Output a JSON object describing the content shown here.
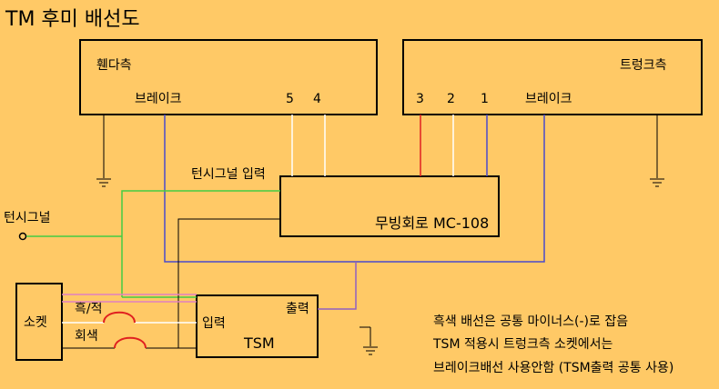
{
  "title": "TM 후미 배선도",
  "wheel_side": {
    "label": "휀다측",
    "brake_label": "브레이크",
    "pin5": "5",
    "pin4": "4"
  },
  "truck_side": {
    "label": "트렁크측",
    "pin3": "3",
    "pin2": "2",
    "pin1": "1",
    "brake_label": "브레이크"
  },
  "module": {
    "label": "무빙회로 MC-108",
    "input_label": "턴시그널 입력"
  },
  "turn_signal": {
    "label": "턴시그널"
  },
  "socket": {
    "label": "소켓",
    "wire_black_red": "흑/적",
    "wire_gray": "회색"
  },
  "tsm": {
    "label": "TSM",
    "input_label": "입력",
    "output_label": "출력"
  },
  "notes": [
    "흑색 배선은 공통 마이너스(-)로 잡음",
    "TSM 적용시 트렁크측 소켓에서는",
    "브레이크배선 사용안함 (TSM출력 공통 사용)"
  ],
  "colors": {
    "background": "#FFC966",
    "red": "#E02020",
    "blue": "#4A4ACC",
    "green": "#44CC44",
    "white": "#FFFFFF",
    "pink": "#E080C0",
    "purple": "#9060C0",
    "black": "#000000"
  }
}
